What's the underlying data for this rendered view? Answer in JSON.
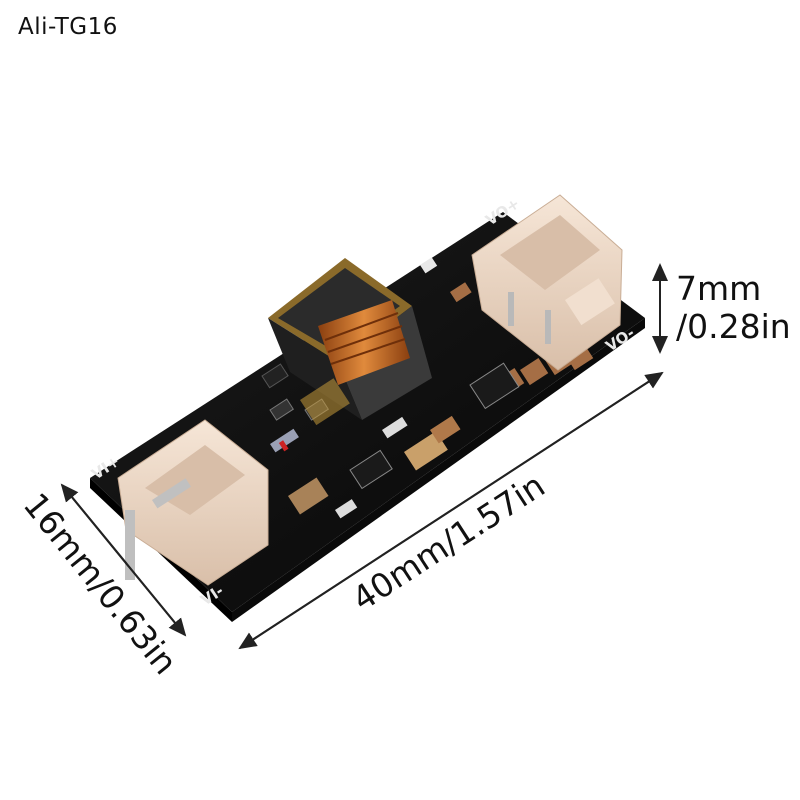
{
  "watermark": "Ali-TG16",
  "dimensions": {
    "height": "7mm",
    "height_imperial": "/0.28in",
    "length": "40mm/1.57in",
    "width": "16mm/0.63in"
  },
  "board_labels": {
    "vo_minus": "VO-",
    "vo_plus": "VO+",
    "vi_plus": "VI+",
    "vi_minus": "VI-"
  },
  "colors": {
    "pcb": "#111111",
    "connector": "#efd9c6",
    "transformer_coil": "#c86a1e",
    "transformer_core": "#2b2b2b"
  }
}
